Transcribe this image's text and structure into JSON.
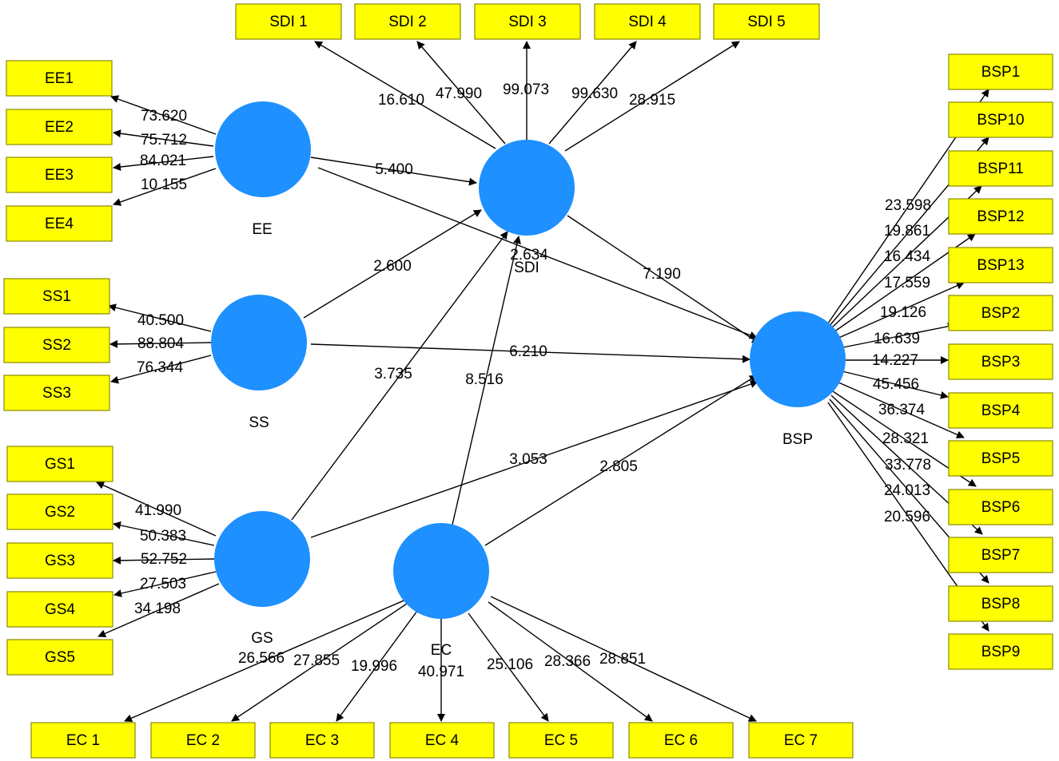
{
  "latent_variables": [
    {
      "id": "EE",
      "label": "EE"
    },
    {
      "id": "SS",
      "label": "SS"
    },
    {
      "id": "GS",
      "label": "GS"
    },
    {
      "id": "EC",
      "label": "EC"
    },
    {
      "id": "SDI",
      "label": "SDI"
    },
    {
      "id": "BSP",
      "label": "BSP"
    }
  ],
  "indicators": {
    "EE": [
      {
        "label": "EE1",
        "value": "73.620"
      },
      {
        "label": "EE2",
        "value": "75.712"
      },
      {
        "label": "EE3",
        "value": "84.021"
      },
      {
        "label": "EE4",
        "value": "10.155"
      }
    ],
    "SS": [
      {
        "label": "SS1",
        "value": "40.500"
      },
      {
        "label": "SS2",
        "value": "88.804"
      },
      {
        "label": "SS3",
        "value": "76.344"
      }
    ],
    "GS": [
      {
        "label": "GS1",
        "value": "41.990"
      },
      {
        "label": "GS2",
        "value": "50.383"
      },
      {
        "label": "GS3",
        "value": "52.752"
      },
      {
        "label": "GS4",
        "value": "27.503"
      },
      {
        "label": "GS5",
        "value": "34.198"
      }
    ],
    "SDI": [
      {
        "label": "SDI 1",
        "value": "16.610"
      },
      {
        "label": "SDI 2",
        "value": "47.990"
      },
      {
        "label": "SDI 3",
        "value": "99.073"
      },
      {
        "label": "SDI 4",
        "value": "99.630"
      },
      {
        "label": "SDI 5",
        "value": "28.915"
      }
    ],
    "EC": [
      {
        "label": "EC 1",
        "value": "26.566"
      },
      {
        "label": "EC 2",
        "value": "27.855"
      },
      {
        "label": "EC 3",
        "value": "19.996"
      },
      {
        "label": "EC 4",
        "value": "40.971"
      },
      {
        "label": "EC 5",
        "value": "25.106"
      },
      {
        "label": "EC 6",
        "value": "28.366"
      },
      {
        "label": "EC 7",
        "value": "28.851"
      }
    ],
    "BSP": [
      {
        "label": "BSP1",
        "value": "23.598"
      },
      {
        "label": "BSP10",
        "value": "19.861"
      },
      {
        "label": "BSP11",
        "value": "16.434"
      },
      {
        "label": "BSP12",
        "value": "17.559"
      },
      {
        "label": "BSP13",
        "value": "19.126"
      },
      {
        "label": "BSP2",
        "value": "16.639"
      },
      {
        "label": "BSP3",
        "value": "14.227"
      },
      {
        "label": "BSP4",
        "value": "45.456"
      },
      {
        "label": "BSP5",
        "value": "36.374"
      },
      {
        "label": "BSP6",
        "value": "28.321"
      },
      {
        "label": "BSP7",
        "value": "33.778"
      },
      {
        "label": "BSP8",
        "value": "24.013"
      },
      {
        "label": "BSP9",
        "value": "20.596"
      }
    ]
  },
  "structural_paths": [
    {
      "from": "EE",
      "to": "SDI",
      "value": "5.400"
    },
    {
      "from": "EE",
      "to": "BSP",
      "value": "2.634"
    },
    {
      "from": "SS",
      "to": "SDI",
      "value": "2.600"
    },
    {
      "from": "SS",
      "to": "BSP",
      "value": "6.210"
    },
    {
      "from": "GS",
      "to": "SDI",
      "value": "3.735"
    },
    {
      "from": "GS",
      "to": "BSP",
      "value": "3.053"
    },
    {
      "from": "EC",
      "to": "SDI",
      "value": "8.516"
    },
    {
      "from": "EC",
      "to": "BSP",
      "value": "2.805"
    },
    {
      "from": "SDI",
      "to": "BSP",
      "value": "7.190"
    }
  ],
  "colors": {
    "latent": "#1e90ff",
    "indicator_fill": "#ffff00",
    "indicator_border": "#8a8a00",
    "edge": "#000000"
  }
}
